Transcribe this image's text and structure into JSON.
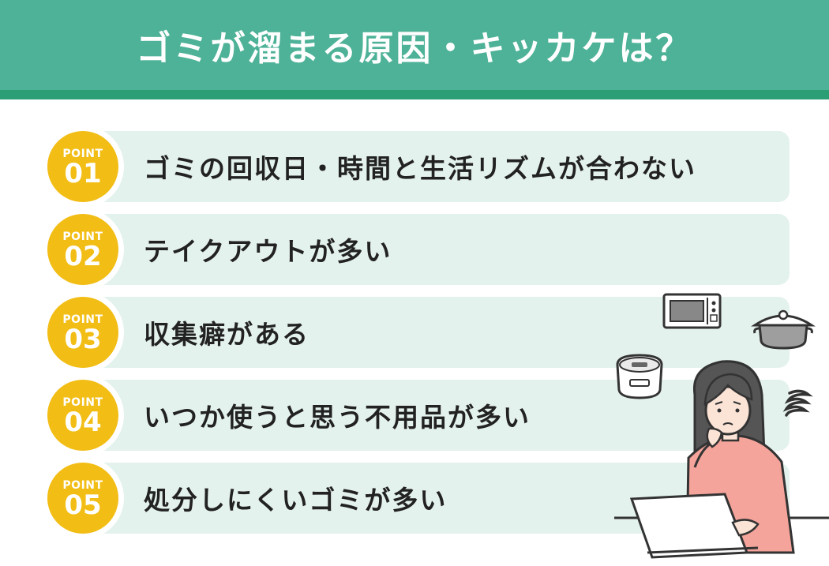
{
  "title": "ゴミが溜まる原因・キッカケは？",
  "badge_label": "POINT",
  "points": [
    {
      "num": "01",
      "text": "ゴミの回収日・時間と生活リズムが合わない"
    },
    {
      "num": "02",
      "text": "テイクアウトが多い"
    },
    {
      "num": "03",
      "text": "収集癖がある"
    },
    {
      "num": "04",
      "text": "いつか使うと思う不用品が多い"
    },
    {
      "num": "05",
      "text": "処分しにくいゴミが多い"
    }
  ],
  "colors": {
    "header": "#4db297",
    "header_stripe": "#2b9e75",
    "bar": "#e4f2ed",
    "badge": "#f2bd14"
  },
  "illustration_icons": [
    "microwave-icon",
    "pot-icon",
    "rice-cooker-icon",
    "confused-squiggle-icon",
    "woman-at-laptop-illustration"
  ]
}
